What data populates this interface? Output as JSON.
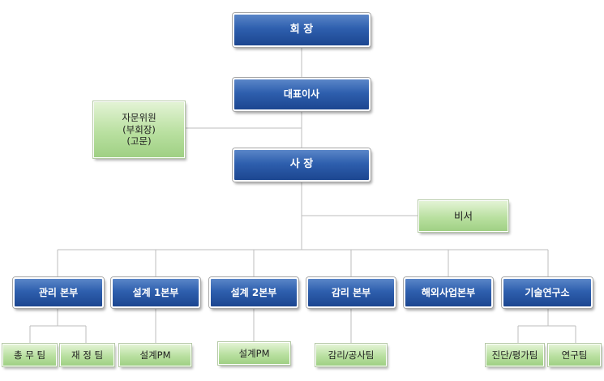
{
  "top": {
    "chairman": "회    장",
    "ceo": "대표이사",
    "advisor": "자문위원\n(부회장)\n(고문)",
    "president": "사    장",
    "secretary": "비서"
  },
  "divisions": [
    {
      "label": "관리 본부",
      "teams": [
        "총 무 팀",
        "재 정 팀"
      ]
    },
    {
      "label": "설계 1본부",
      "teams": [
        "설계PM"
      ]
    },
    {
      "label": "설계 2본부",
      "teams": [
        "설계PM"
      ]
    },
    {
      "label": "감리 본부",
      "teams": [
        "감리/공사팀"
      ]
    },
    {
      "label": "해외사업본부",
      "teams": []
    },
    {
      "label": "기술연구소",
      "teams": [
        "진단/평가팀",
        "연구팀"
      ]
    }
  ],
  "colors": {
    "exec_box": "#2e5fae",
    "support_box": "#b9e0a0",
    "connector": "#bdbdbd"
  }
}
